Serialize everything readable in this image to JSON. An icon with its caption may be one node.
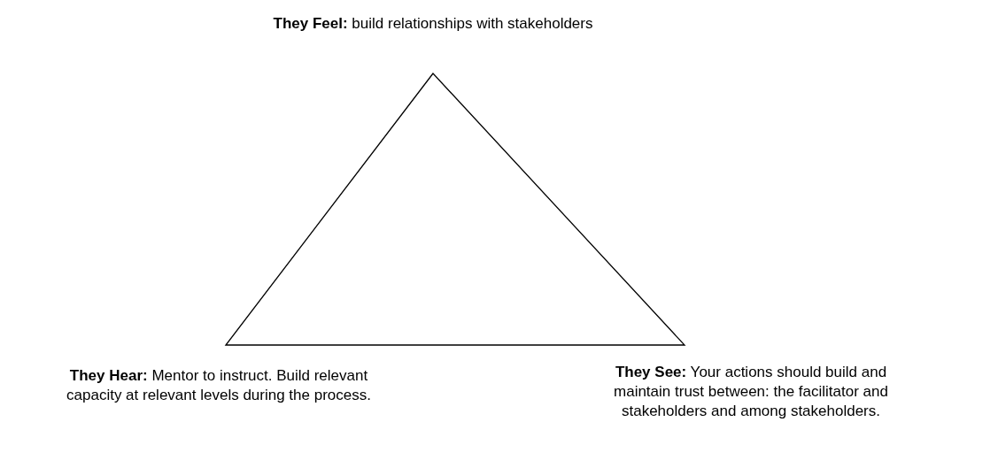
{
  "diagram": {
    "nodes": [
      {
        "text": [],
        "shape": "triangle"
      }
    ],
    "labels": [
      "**They Feel:** build relationships with stakeholders",
      "**They Hear:** Mentor to instruct. Build relevant capacity at relevant levels during the process.",
      "**They See:** Your actions should build and maintain trust between: the facilitator and stakeholders and among stakeholders."
    ]
  }
}
